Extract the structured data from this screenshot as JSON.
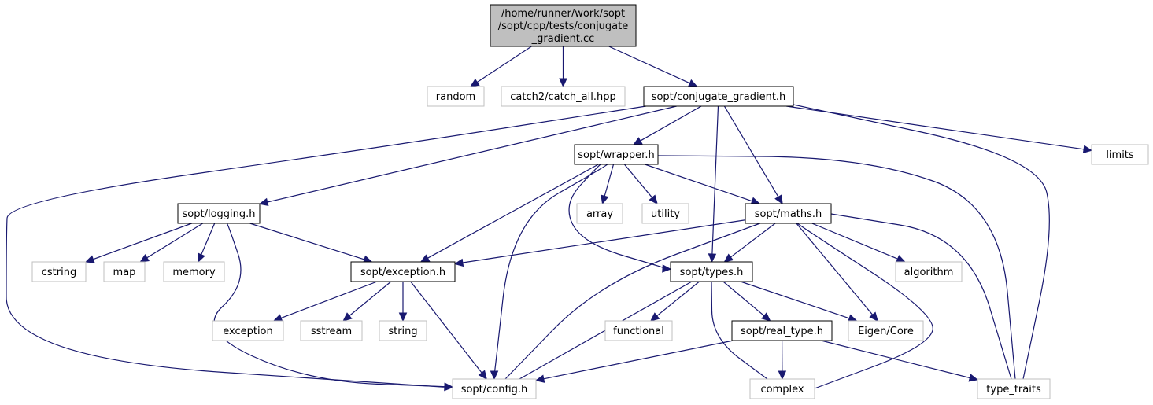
{
  "colors": {
    "edge": "#191970",
    "node_border_local": "#000000",
    "node_border_external": "#bfbfbf",
    "root_fill": "#bfbfbf",
    "background": "#ffffff"
  },
  "nodes": [
    {
      "id": "root",
      "kind": "root",
      "lines": [
        "/home/runner/work/sopt",
        "/sopt/cpp/tests/conjugate",
        "_gradient.cc"
      ]
    },
    {
      "id": "random",
      "kind": "external",
      "lines": [
        "random"
      ]
    },
    {
      "id": "catch2",
      "kind": "external",
      "lines": [
        "catch2/catch_all.hpp"
      ]
    },
    {
      "id": "conj_grad",
      "kind": "local",
      "lines": [
        "sopt/conjugate_gradient.h"
      ]
    },
    {
      "id": "limits",
      "kind": "external",
      "lines": [
        "limits"
      ]
    },
    {
      "id": "wrapper",
      "kind": "local",
      "lines": [
        "sopt/wrapper.h"
      ]
    },
    {
      "id": "logging",
      "kind": "local",
      "lines": [
        "sopt/logging.h"
      ]
    },
    {
      "id": "array",
      "kind": "external",
      "lines": [
        "array"
      ]
    },
    {
      "id": "utility",
      "kind": "external",
      "lines": [
        "utility"
      ]
    },
    {
      "id": "maths",
      "kind": "local",
      "lines": [
        "sopt/maths.h"
      ]
    },
    {
      "id": "cstring",
      "kind": "external",
      "lines": [
        "cstring"
      ]
    },
    {
      "id": "map",
      "kind": "external",
      "lines": [
        "map"
      ]
    },
    {
      "id": "memory",
      "kind": "external",
      "lines": [
        "memory"
      ]
    },
    {
      "id": "exception_h",
      "kind": "local",
      "lines": [
        "sopt/exception.h"
      ]
    },
    {
      "id": "types",
      "kind": "local",
      "lines": [
        "sopt/types.h"
      ]
    },
    {
      "id": "algorithm",
      "kind": "external",
      "lines": [
        "algorithm"
      ]
    },
    {
      "id": "exception",
      "kind": "external",
      "lines": [
        "exception"
      ]
    },
    {
      "id": "sstream",
      "kind": "external",
      "lines": [
        "sstream"
      ]
    },
    {
      "id": "string",
      "kind": "external",
      "lines": [
        "string"
      ]
    },
    {
      "id": "functional",
      "kind": "external",
      "lines": [
        "functional"
      ]
    },
    {
      "id": "real_type",
      "kind": "local",
      "lines": [
        "sopt/real_type.h"
      ]
    },
    {
      "id": "eigen",
      "kind": "external",
      "lines": [
        "Eigen/Core"
      ]
    },
    {
      "id": "config",
      "kind": "external",
      "lines": [
        "sopt/config.h"
      ]
    },
    {
      "id": "complex",
      "kind": "external",
      "lines": [
        "complex"
      ]
    },
    {
      "id": "type_traits",
      "kind": "external",
      "lines": [
        "type_traits"
      ]
    }
  ],
  "edges": [
    {
      "from": "root",
      "to": "random"
    },
    {
      "from": "root",
      "to": "catch2"
    },
    {
      "from": "root",
      "to": "conj_grad"
    },
    {
      "from": "conj_grad",
      "to": "config"
    },
    {
      "from": "conj_grad",
      "to": "logging"
    },
    {
      "from": "conj_grad",
      "to": "wrapper"
    },
    {
      "from": "conj_grad",
      "to": "types"
    },
    {
      "from": "conj_grad",
      "to": "maths"
    },
    {
      "from": "conj_grad",
      "to": "limits"
    },
    {
      "from": "conj_grad",
      "to": "type_traits"
    },
    {
      "from": "wrapper",
      "to": "exception_h"
    },
    {
      "from": "wrapper",
      "to": "config"
    },
    {
      "from": "wrapper",
      "to": "types"
    },
    {
      "from": "wrapper",
      "to": "array"
    },
    {
      "from": "wrapper",
      "to": "utility"
    },
    {
      "from": "wrapper",
      "to": "maths"
    },
    {
      "from": "wrapper",
      "to": "type_traits"
    },
    {
      "from": "logging",
      "to": "cstring"
    },
    {
      "from": "logging",
      "to": "map"
    },
    {
      "from": "logging",
      "to": "memory"
    },
    {
      "from": "logging",
      "to": "exception_h"
    },
    {
      "from": "logging",
      "to": "config"
    },
    {
      "from": "maths",
      "to": "exception_h"
    },
    {
      "from": "maths",
      "to": "config"
    },
    {
      "from": "maths",
      "to": "types"
    },
    {
      "from": "maths",
      "to": "algorithm"
    },
    {
      "from": "maths",
      "to": "eigen"
    },
    {
      "from": "maths",
      "to": "complex"
    },
    {
      "from": "maths",
      "to": "type_traits"
    },
    {
      "from": "exception_h",
      "to": "exception"
    },
    {
      "from": "exception_h",
      "to": "sstream"
    },
    {
      "from": "exception_h",
      "to": "string"
    },
    {
      "from": "exception_h",
      "to": "config"
    },
    {
      "from": "types",
      "to": "config"
    },
    {
      "from": "types",
      "to": "functional"
    },
    {
      "from": "types",
      "to": "real_type"
    },
    {
      "from": "types",
      "to": "eigen"
    },
    {
      "from": "types",
      "to": "complex"
    },
    {
      "from": "real_type",
      "to": "config"
    },
    {
      "from": "real_type",
      "to": "complex"
    },
    {
      "from": "real_type",
      "to": "type_traits"
    }
  ]
}
